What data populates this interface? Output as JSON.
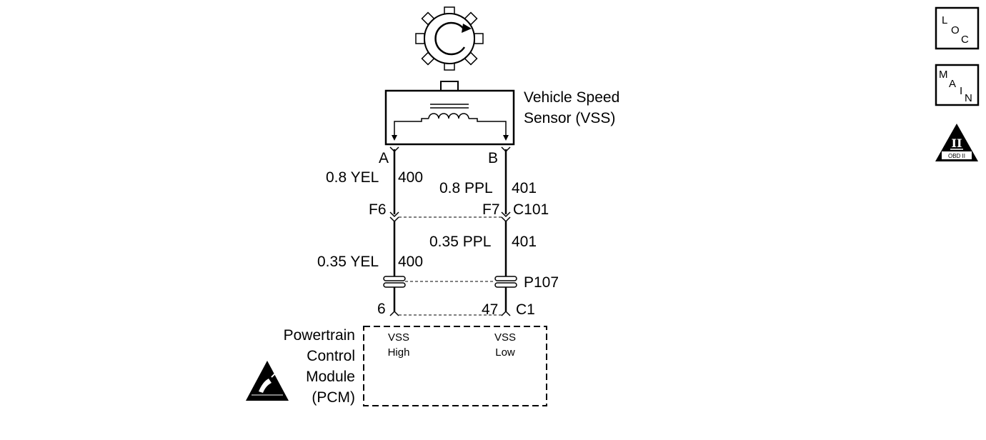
{
  "sensor": {
    "name_line1": "Vehicle Speed",
    "name_line2": "Sensor (VSS)"
  },
  "wires": {
    "a": {
      "terminal": "A",
      "upper_gauge_color": "0.8 YEL",
      "upper_circuit": "400",
      "connector_pin": "F6",
      "lower_gauge_color": "0.35 YEL",
      "lower_circuit": "400",
      "pcm_pin": "6"
    },
    "b": {
      "terminal": "B",
      "upper_gauge_color": "0.8 PPL",
      "upper_circuit": "401",
      "connector_pin": "F7",
      "lower_gauge_color": "0.35 PPL",
      "lower_circuit": "401",
      "pcm_pin": "47"
    }
  },
  "connectors": {
    "inline": "C101",
    "pass_through": "P107",
    "pcm": "C1"
  },
  "pcm": {
    "name_line1": "Powertrain",
    "name_line2": "Control",
    "name_line3": "Module",
    "name_line4": "(PCM)",
    "vss_high_line1": "VSS",
    "vss_high_line2": "High",
    "vss_low_line1": "VSS",
    "vss_low_line2": "Low"
  },
  "nav_icons": {
    "loc": {
      "l1": "L",
      "l2": "O",
      "l3": "C"
    },
    "main": {
      "l1": "M",
      "l2": "A",
      "l3": "I",
      "l4": "N"
    },
    "obd": {
      "numeral": "II",
      "caption": "OBD II"
    }
  }
}
